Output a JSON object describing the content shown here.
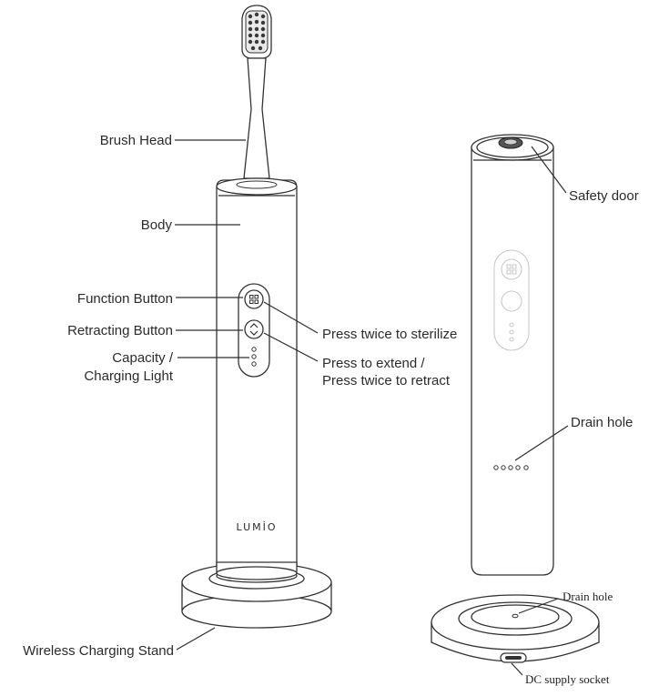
{
  "brand": "LUMİO",
  "labels": {
    "brush_head": "Brush Head",
    "body": "Body",
    "function_button": "Function Button",
    "retracting_button": "Retracting Button",
    "capacity_line1": "Capacity /",
    "capacity_line2": "Charging Light",
    "press_twice_sterilize": "Press twice to sterilize",
    "press_extend_line1": "Press to extend /",
    "press_extend_line2": "Press twice to retract",
    "wireless_charging_stand": "Wireless Charging Stand",
    "safety_door": "Safety door",
    "drain_hole_body": "Drain hole",
    "drain_hole_stand": "Drain hole",
    "dc_supply_socket": "DC supply socket"
  }
}
